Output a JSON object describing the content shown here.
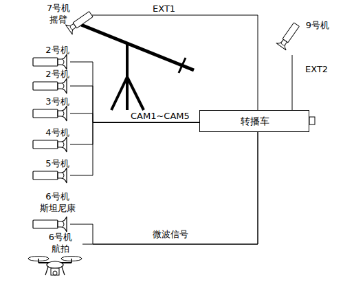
{
  "diagram": {
    "nodes": [
      {
        "text": [
          "7号机",
          "摇臂"
        ]
      },
      {
        "text": [
          "9号机"
        ]
      },
      {
        "text": [
          "2号机"
        ]
      },
      {
        "text": [
          "2号机"
        ]
      },
      {
        "text": [
          "3号机"
        ]
      },
      {
        "text": [
          "4号机"
        ]
      },
      {
        "text": [
          "5号机"
        ]
      },
      {
        "text": [
          "6号机",
          "斯坦尼康"
        ]
      },
      {
        "text": [
          "6号机",
          "航拍"
        ]
      },
      {
        "text": [
          "转播车"
        ]
      }
    ],
    "edges": [
      {
        "from": 0,
        "to": 9,
        "label": "EXT1",
        "arrow": "none"
      },
      {
        "from": 1,
        "to": 9,
        "label": "EXT2",
        "arrow": "none"
      },
      {
        "from": 2,
        "to": 9,
        "arrow": "none"
      },
      {
        "from": 3,
        "to": 9,
        "arrow": "none"
      },
      {
        "from": 4,
        "to": 9,
        "label": "CAM1~CAM5",
        "arrow": "none"
      },
      {
        "from": 5,
        "to": 9,
        "arrow": "none"
      },
      {
        "from": 6,
        "to": 9,
        "arrow": "none"
      },
      {
        "from": 7,
        "to": 9,
        "label": "微波信号",
        "arrow": "none"
      },
      {
        "from": 8,
        "to": 9,
        "arrow": "none"
      }
    ]
  }
}
